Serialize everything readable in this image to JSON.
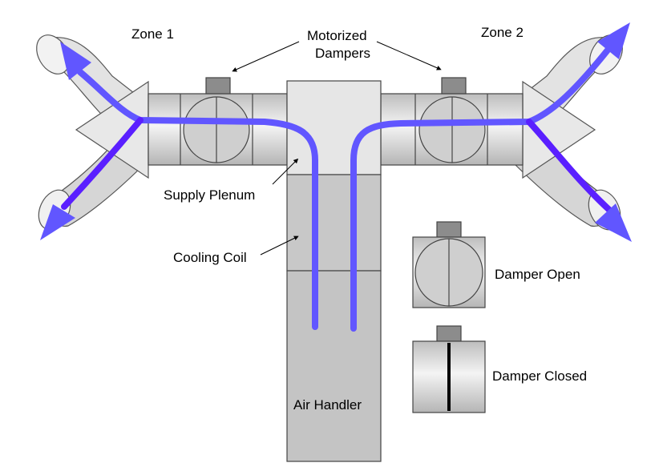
{
  "labels": {
    "zone1": "Zone 1",
    "zone2": "Zone 2",
    "motorized_dampers_line1": "Motorized",
    "motorized_dampers_line2": "Dampers",
    "supply_plenum": "Supply Plenum",
    "cooling_coil": "Cooling Coil",
    "air_handler": "Air Handler",
    "damper_open": "Damper Open",
    "damper_closed": "Damper Closed"
  },
  "colors": {
    "airflow": "#6156ff",
    "airflow_dark": "#5a1fff",
    "duct_light": "#e6e6e6",
    "duct_mid": "#cfcfcf",
    "actuator": "#8c8c8c",
    "outline": "#333333"
  }
}
